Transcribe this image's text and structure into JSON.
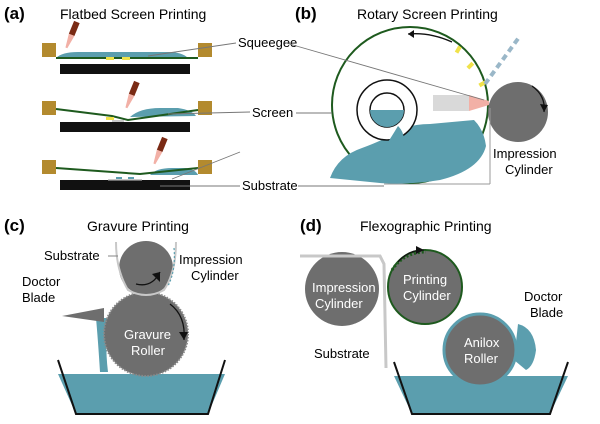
{
  "panels": {
    "a": {
      "tag": "(a)",
      "title": "Flatbed Screen Printing",
      "labels": {
        "squeegee": "Squeegee",
        "screen": "Screen",
        "substrate": "Substrate"
      }
    },
    "b": {
      "tag": "(b)",
      "title": "Rotary Screen Printing",
      "labels": {
        "impression_line1": "Impression",
        "impression_line2": "Cylinder"
      }
    },
    "c": {
      "tag": "(c)",
      "title": "Gravure Printing",
      "labels": {
        "substrate": "Substrate",
        "impression_line1": "Impression",
        "impression_line2": "Cylinder",
        "doctor_line1": "Doctor",
        "doctor_line2": "Blade",
        "roller_line1": "Gravure",
        "roller_line2": "Roller"
      }
    },
    "d": {
      "tag": "(d)",
      "title": "Flexographic Printing",
      "labels": {
        "impression_line1": "Impression",
        "impression_line2": "Cylinder",
        "printing_line1": "Printing",
        "printing_line2": "Cylinder",
        "doctor_line1": "Doctor",
        "doctor_line2": "Blade",
        "anilox_line1": "Anilox",
        "anilox_line2": "Roller",
        "substrate": "Substrate"
      }
    }
  },
  "colors": {
    "ink": "#5b9eae",
    "roller": "#6e6e6e",
    "frame": "#b38a2e",
    "screen_green": "#1e5a1e",
    "squeegee_handle": "#7a2a14",
    "squeegee_blade": "#f2b0a6",
    "mesh_open": "#f0e24a",
    "substrate_grey": "#c8c8c8"
  }
}
